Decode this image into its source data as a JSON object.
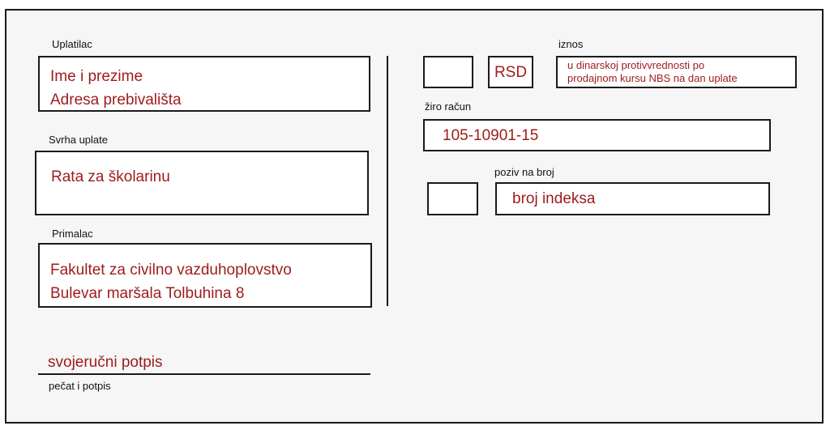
{
  "payer": {
    "label": "Uplatilac",
    "lines": [
      "Ime  i prezime",
      "Adresa prebivališta"
    ]
  },
  "purpose": {
    "label": "Svrha uplate",
    "value": "Rata za školarinu"
  },
  "recipient": {
    "label": "Primalac",
    "lines": [
      "Fakultet za civilno vazduhoplovstvo",
      "Bulevar maršala Tolbuhina 8"
    ]
  },
  "signature": {
    "value": "svojeručni potpis",
    "label": "pečat i potpis"
  },
  "amount": {
    "label": "iznos",
    "currency": "RSD",
    "note_lines": [
      "u dinarskoj protivvrednosti po",
      "prodajnom kursu NBS na dan uplate"
    ]
  },
  "account": {
    "label": "žiro račun",
    "value": "105-10901-15"
  },
  "reference": {
    "label": "poziv na broj",
    "value": "broj indeksa"
  },
  "colors": {
    "value_text": "#9e1b1b",
    "border": "#1a1a1a",
    "background": "#f6f6f6"
  }
}
